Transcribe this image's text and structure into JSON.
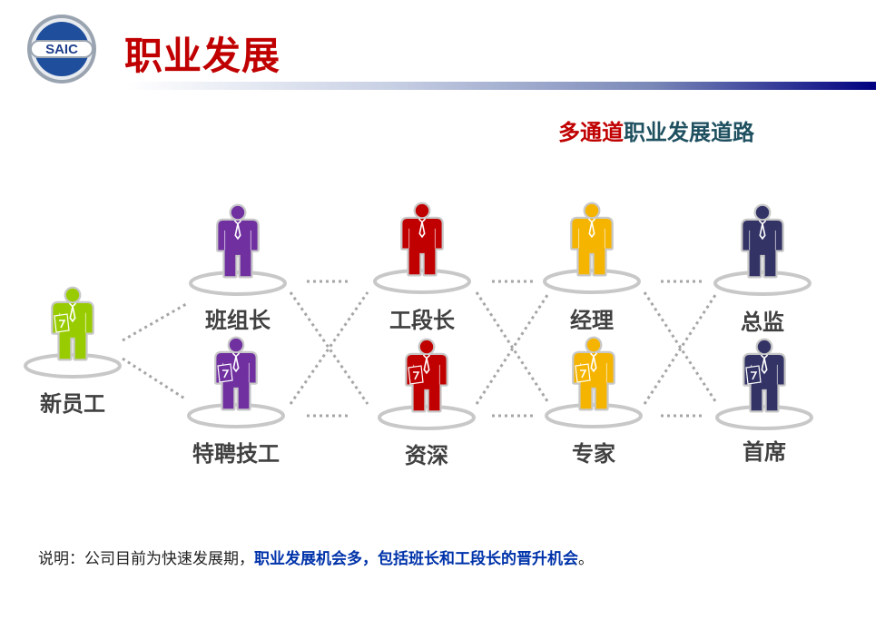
{
  "header": {
    "logo_text": "SAIC",
    "title": "职业发展"
  },
  "subtitle": {
    "part1": "多通道",
    "part2": "职业发展道路"
  },
  "nodes": [
    {
      "label": "新员工",
      "color": "#99cc00"
    },
    {
      "label": "班组长",
      "color": "#7030a0"
    },
    {
      "label": "特聘技工",
      "color": "#7030a0"
    },
    {
      "label": "工段长",
      "color": "#c00000"
    },
    {
      "label": "资深",
      "color": "#c00000"
    },
    {
      "label": "经理",
      "color": "#f5b400"
    },
    {
      "label": "专家",
      "color": "#f5b400"
    },
    {
      "label": "总监",
      "color": "#333366"
    },
    {
      "label": "首席",
      "color": "#333366"
    }
  ],
  "note": {
    "prefix": "说明：公司目前为快速发展期，",
    "highlight": "职业发展机会多，包括班长和工段长的晋升机会",
    "suffix": "。"
  }
}
